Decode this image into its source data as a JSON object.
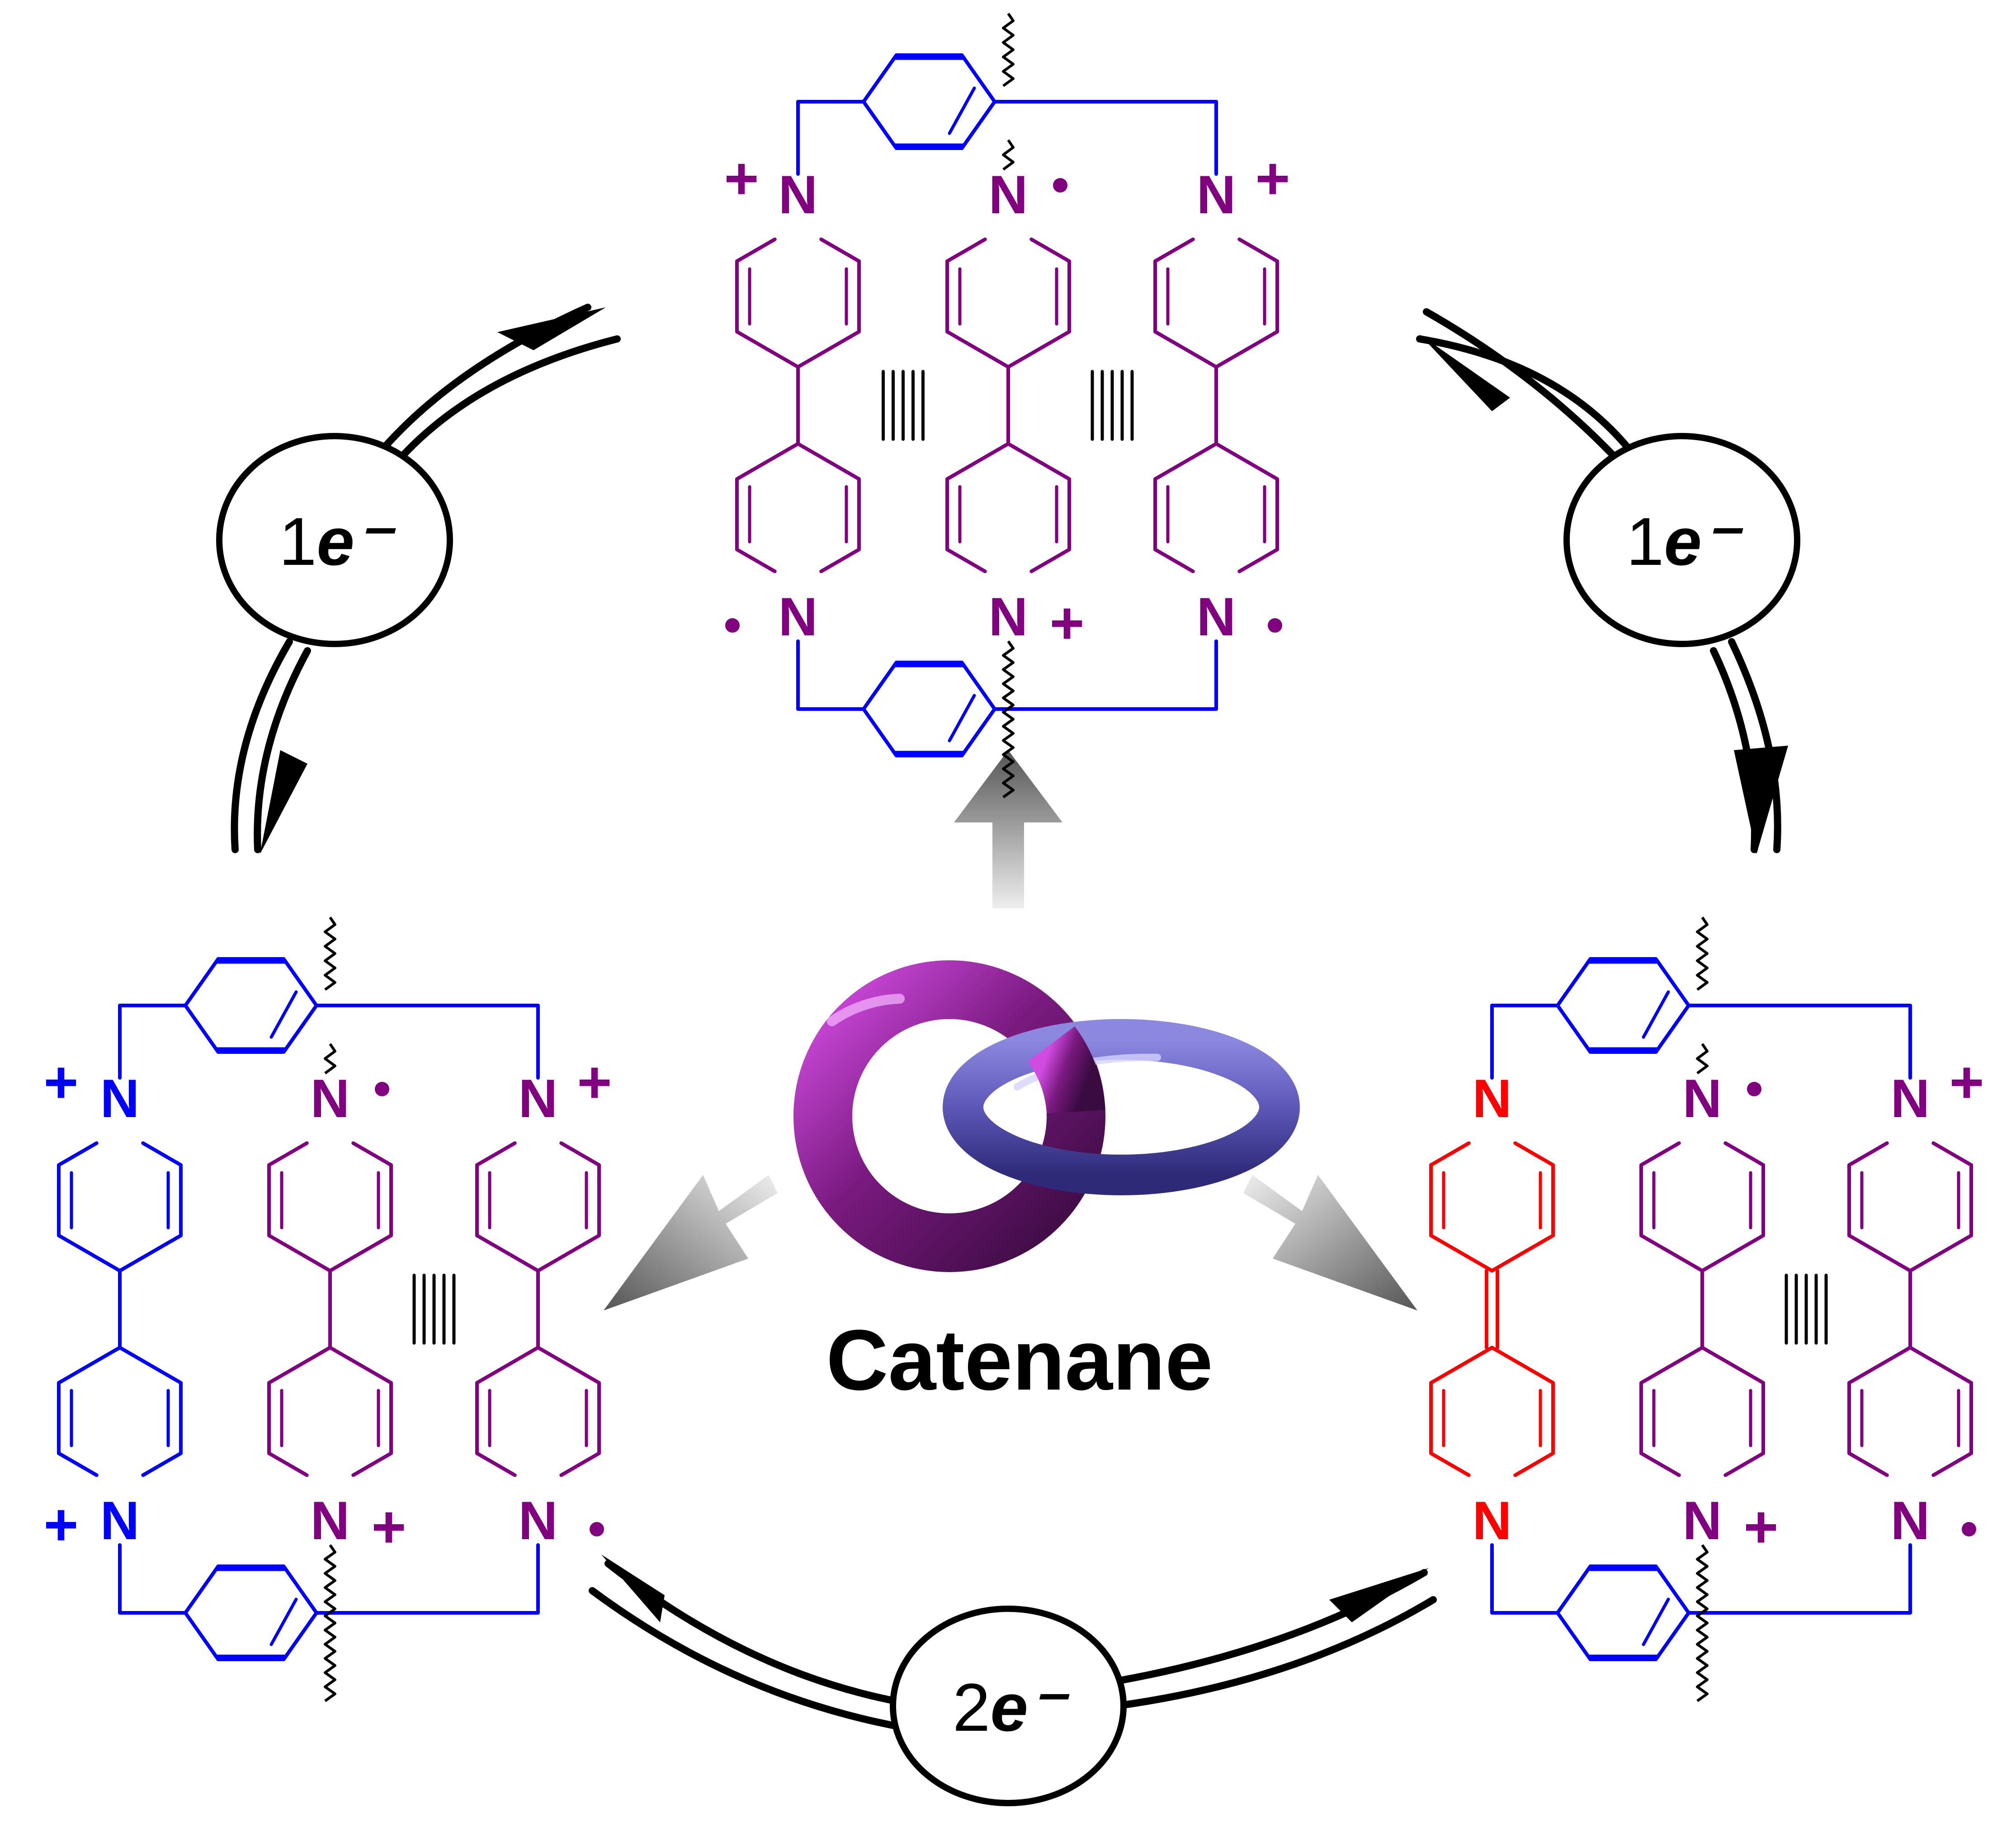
{
  "caption": "Catenane",
  "colors": {
    "violet": "#800080",
    "blue": "#0000ff",
    "red": "#ff0000",
    "black": "#000000",
    "arrow_gray": "#666666",
    "ring_purple": "#7a1a80",
    "ring_blue": "#5d58b8"
  },
  "atom_label": "N",
  "plus_sign": "+",
  "radical_mark": "•",
  "stacking_mark": "||||",
  "electron_labels": {
    "left": {
      "count": "1",
      "e": "e⁻"
    },
    "right": {
      "count": "1",
      "e": "e⁻"
    },
    "bottom": {
      "count": "2",
      "e": "e⁻"
    }
  },
  "structures": [
    {
      "id": "top",
      "cbpqt_left_unit": "bipyridinium (blue/violet)",
      "guest_unit": "bipyridinium radical",
      "right_unit": "bipyridinium radical"
    },
    {
      "id": "left",
      "cbpqt_left_unit": "bipyridinium dication (blue)",
      "guest_unit": "bipyridinium radical",
      "right_unit": "bipyridinium radical"
    },
    {
      "id": "right",
      "cbpqt_left_unit": "neutral bipyridylidene (red)",
      "guest_unit": "bipyridinium radical",
      "right_unit": "bipyridinium radical"
    }
  ],
  "cycle_arrows": [
    "top-to-left",
    "top-to-right",
    "left-to-right"
  ],
  "icons": [
    "catenane-rings-icon",
    "gray-block-arrow-icon",
    "equilibrium-arrow-icon"
  ]
}
